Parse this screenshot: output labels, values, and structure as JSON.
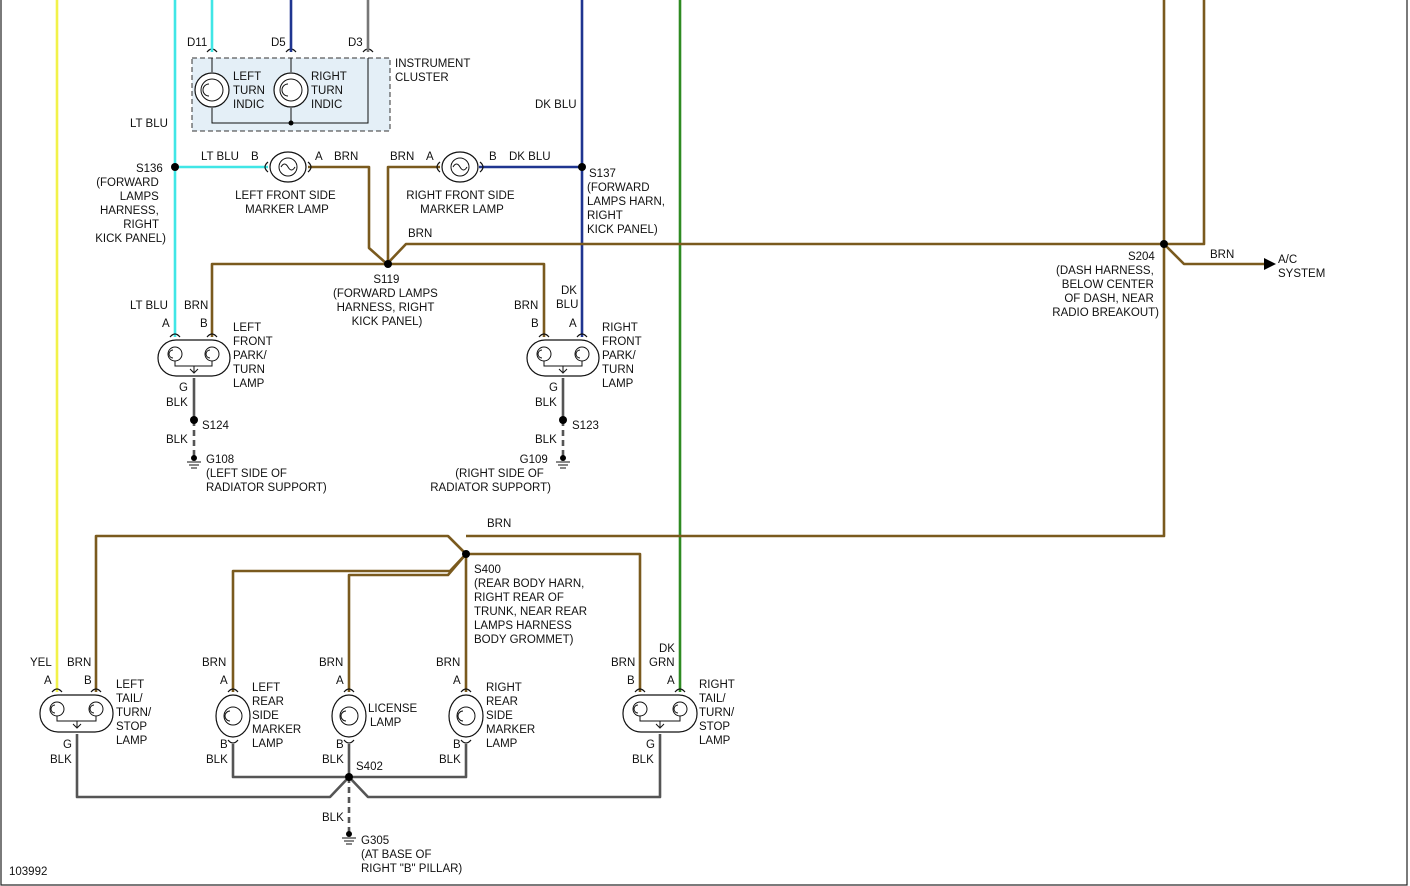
{
  "colors": {
    "brn": "#7a5a1e",
    "lt_blu": "#40e6e6",
    "dk_blu": "#1f3590",
    "yel": "#f2f24a",
    "dk_grn": "#2e8a22",
    "blk": "#555555",
    "gray_top": "#777777",
    "cluster_fill": "#e4eff7"
  },
  "connector_top": [
    "D11",
    "D5",
    "D3"
  ],
  "instrument_cluster": {
    "title": [
      "INSTRUMENT",
      "CLUSTER"
    ],
    "left_indicator": [
      "LEFT",
      "TURN",
      "INDIC"
    ],
    "right_indicator": [
      "RIGHT",
      "TURN",
      "INDIC"
    ]
  },
  "wire_labels": {
    "lt_blu_upper": "LT BLU",
    "dk_blu_upper": "DK BLU",
    "lt_blu_marker": "LT BLU",
    "brn_marker_l": "BRN",
    "brn_marker_r": "BRN",
    "dk_blu_marker": "DK BLU",
    "brn_s119": "BRN",
    "brn_ac": "BRN",
    "lt_blu_lf": "LT BLU",
    "brn_lf": "BRN",
    "brn_rf": "BRN",
    "dk_blu_rf": [
      "DK",
      "BLU"
    ],
    "blk_lf_1": "BLK",
    "blk_lf_2": "BLK",
    "blk_rf_1": "BLK",
    "blk_rf_2": "BLK",
    "brn_rear": "BRN",
    "yel_lt": "YEL",
    "brn_lt": "BRN",
    "brn_lrm": "BRN",
    "brn_lic": "BRN",
    "brn_rrm": "BRN",
    "brn_rt": "BRN",
    "dk_grn_rt": [
      "DK",
      "GRN"
    ],
    "blk_lt": "BLK",
    "blk_lrm": "BLK",
    "blk_lic": "BLK",
    "blk_rrm": "BLK",
    "blk_rt": "BLK",
    "blk_g305": "BLK"
  },
  "pins": {
    "a": "A",
    "b": "B",
    "g": "G"
  },
  "splices": {
    "s136": [
      "S136",
      "(FORWARD",
      "LAMPS",
      "HARNESS,",
      "RIGHT",
      "KICK PANEL)"
    ],
    "s137": [
      "S137",
      "(FORWARD",
      "LAMPS HARN,",
      "RIGHT",
      "KICK PANEL)"
    ],
    "s119": [
      "S119",
      "(FORWARD LAMPS",
      "HARNESS, RIGHT",
      "KICK PANEL)"
    ],
    "s204": [
      "S204",
      "(DASH HARNESS,",
      "BELOW CENTER",
      "OF DASH, NEAR",
      "RADIO BREAKOUT)"
    ],
    "s124": "S124",
    "s123": "S123",
    "s400": [
      "S400",
      "(REAR BODY HARN,",
      "RIGHT REAR OF",
      "TRUNK, NEAR REAR",
      "LAMPS HARNESS",
      "BODY GROMMET)"
    ],
    "s402": "S402"
  },
  "grounds": {
    "g108": [
      "G108",
      "(LEFT SIDE OF",
      "RADIATOR SUPPORT)"
    ],
    "g109": [
      "G109",
      "(RIGHT SIDE OF",
      "RADIATOR SUPPORT)"
    ],
    "g305": [
      "G305",
      "(AT BASE OF",
      "RIGHT \"B\" PILLAR)"
    ]
  },
  "components": {
    "left_front_side_marker": [
      "LEFT FRONT SIDE",
      "MARKER LAMP"
    ],
    "right_front_side_marker": [
      "RIGHT FRONT SIDE",
      "MARKER LAMP"
    ],
    "left_front_park": [
      "LEFT",
      "FRONT",
      "PARK/",
      "TURN",
      "LAMP"
    ],
    "right_front_park": [
      "RIGHT",
      "FRONT",
      "PARK/",
      "TURN",
      "LAMP"
    ],
    "left_tail": [
      "LEFT",
      "TAIL/",
      "TURN/",
      "STOP",
      "LAMP"
    ],
    "left_rear_marker": [
      "LEFT",
      "REAR",
      "SIDE",
      "MARKER",
      "LAMP"
    ],
    "license": [
      "LICENSE",
      "LAMP"
    ],
    "right_rear_marker": [
      "RIGHT",
      "REAR",
      "SIDE",
      "MARKER",
      "LAMP"
    ],
    "right_tail": [
      "RIGHT",
      "TAIL/",
      "TURN/",
      "STOP",
      "LAMP"
    ]
  },
  "ac_system": [
    "A/C",
    "SYSTEM"
  ],
  "figure_id": "103992"
}
